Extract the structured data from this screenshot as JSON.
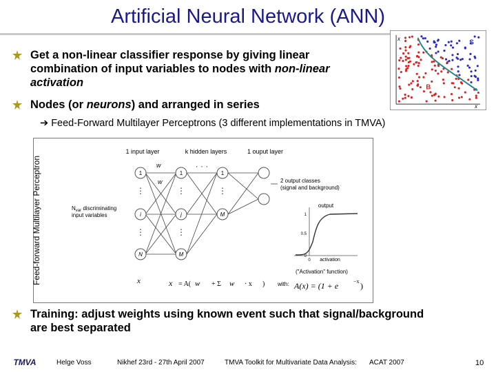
{
  "title": "Artificial Neural Network (ANN)",
  "bullets": [
    {
      "line1": "Get a non-linear classifier response by giving linear",
      "line2": "combination  of input variables  to nodes  with ",
      "line2_it": "non-linear",
      "line3": "activation"
    },
    {
      "pre": "Nodes (or ",
      "it": "neurons",
      "post": ")  and arranged in series"
    },
    {
      "line1": "Training:   adjust weights using known event such that signal/background",
      "line2": "are best separated"
    }
  ],
  "sub_bullet": "Feed-Forward Multilayer Perceptrons (3 different implementations in TMVA)",
  "scatter": {
    "x_axis": "x",
    "y_axis": "x",
    "class_s": "S",
    "class_b": "B",
    "colors": {
      "s": "#2a2acc",
      "b": "#dd2222"
    }
  },
  "diagram": {
    "side_label": "Feed-forward Multilayer Perceptron",
    "layer_input": "1 input layer",
    "layer_hidden": "k hidden layers",
    "layer_output": "1 ouput layer",
    "input_desc_1": "N",
    "input_desc_sub": "var",
    "input_desc_2": " discriminating",
    "input_desc_3": "input variables",
    "out_desc_1": "2 output classes",
    "out_desc_2": "(signal and background)",
    "node_1": "1",
    "node_i": "i",
    "node_N": "N",
    "node_j": "j",
    "node_M1": "M",
    "node_Mk": "M",
    "w_1j": "w",
    "w_ij": "w",
    "activation_caption": "(\"Activation\" function)",
    "with_label": "with:",
    "plot_title": "output",
    "plot_xlabel": "activation",
    "plot_ticks": {
      "y_top": "1",
      "y_mid": "0.5",
      "y_bot": "0",
      "x_zero": "0"
    }
  },
  "footer": {
    "logo": "TMVA",
    "author": "Helge Voss",
    "dates": "Nikhef 23rd - 27th April 2007",
    "talk": "TMVA Toolkit for Multivariate Data Analysis:",
    "conf": "ACAT 2007",
    "page": "10"
  }
}
